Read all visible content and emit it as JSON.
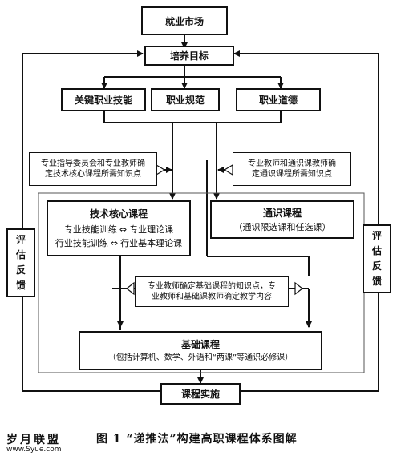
{
  "diagram": {
    "market": "就业市场",
    "goal": "培养目标",
    "skills": "关键职业技能",
    "norms": "职业规范",
    "ethics": "职业道德",
    "left_note": [
      "专业指导委员会和专业教师确",
      "定技术核心课程所需知识点"
    ],
    "right_note": [
      "专业教师和通识课教师确",
      "定通识课程所需知识点"
    ],
    "core_course": {
      "title": "技术核心课程",
      "row1_left": "专业技能训练",
      "row1_right": "专业理论课",
      "row2_left": "行业技能训练",
      "row2_right": "行业基本理论课"
    },
    "general_course": {
      "title": "通识课程",
      "subtitle": "（通识限选课和任选课）"
    },
    "basic_note": [
      "专业教师确定基础课程的知识点，专",
      "业教师和基础课教师确定教学内容"
    ],
    "basic_course": {
      "title": "基础课程",
      "subtitle": "（包括计算机、数学、外语和“两课”等通识必修课）"
    },
    "feedback_left": [
      "评",
      "估",
      "反",
      "馈"
    ],
    "feedback_right": [
      "评",
      "估",
      "反",
      "馈"
    ],
    "implementation": "课程实施"
  },
  "caption": "图 1  “递推法”构建高职课程体系图解",
  "brand": "岁月联盟",
  "brand_url": "www.Syue.com"
}
